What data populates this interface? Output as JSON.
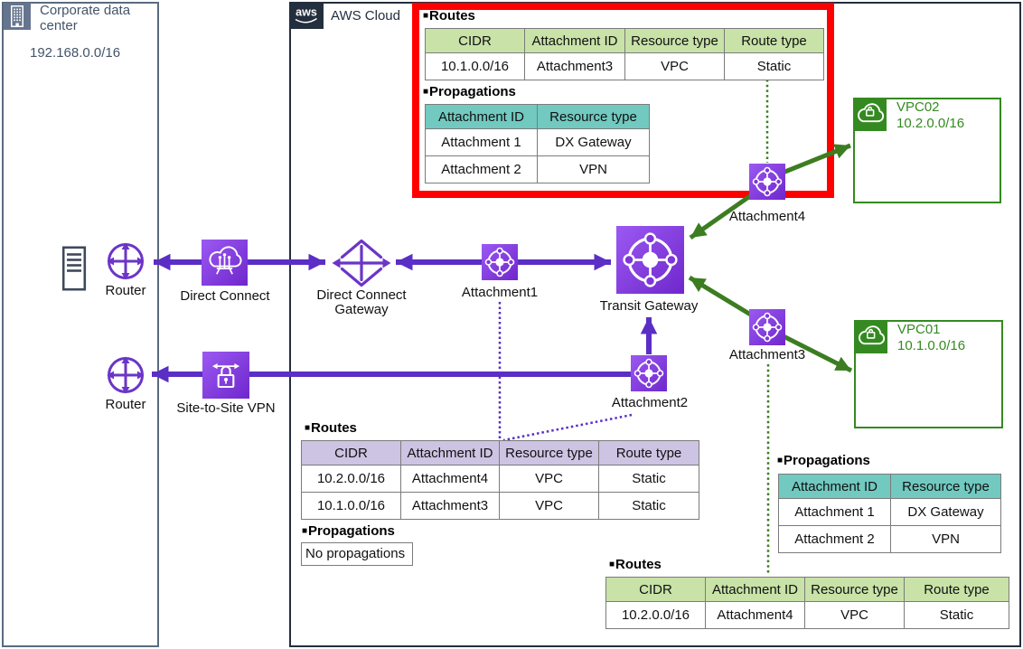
{
  "labels": {
    "bullet": "■",
    "routes": "Routes",
    "propagations": "Propagations"
  },
  "corporate_dc": {
    "title": "Corporate data center",
    "cidr": "192.168.0.0/16"
  },
  "aws_cloud": {
    "logo": "aws",
    "label": "AWS Cloud"
  },
  "nodes": {
    "router1": "Router",
    "router2": "Router",
    "direct_connect": "Direct Connect",
    "dx_gateway": "Direct Connect Gateway",
    "site_to_site_vpn": "Site-to-Site VPN",
    "transit_gateway": "Transit Gateway",
    "attachment1": "Attachment1",
    "attachment2": "Attachment2",
    "attachment3": "Attachment3",
    "attachment4": "Attachment4"
  },
  "vpcs": {
    "vpc02": {
      "name": "VPC02",
      "cidr": "10.2.0.0/16"
    },
    "vpc01": {
      "name": "VPC01",
      "cidr": "10.1.0.0/16"
    }
  },
  "tables": {
    "top_routes": {
      "headers": [
        "CIDR",
        "Attachment ID",
        "Resource type",
        "Route type"
      ],
      "rows": [
        [
          "10.1.0.0/16",
          "Attachment3",
          "VPC",
          "Static"
        ]
      ]
    },
    "top_propagations": {
      "headers": [
        "Attachment ID",
        "Resource type"
      ],
      "rows": [
        [
          "Attachment 1",
          "DX Gateway"
        ],
        [
          "Attachment 2",
          "VPN"
        ]
      ]
    },
    "left_routes": {
      "headers": [
        "CIDR",
        "Attachment ID",
        "Resource type",
        "Route type"
      ],
      "rows": [
        [
          "10.2.0.0/16",
          "Attachment4",
          "VPC",
          "Static"
        ],
        [
          "10.1.0.0/16",
          "Attachment3",
          "VPC",
          "Static"
        ]
      ]
    },
    "left_no_propagations": "No propagations",
    "right_propagations": {
      "headers": [
        "Attachment ID",
        "Resource type"
      ],
      "rows": [
        [
          "Attachment 1",
          "DX Gateway"
        ],
        [
          "Attachment 2",
          "VPN"
        ]
      ]
    },
    "bottom_routes": {
      "headers": [
        "CIDR",
        "Attachment ID",
        "Resource type",
        "Route type"
      ],
      "rows": [
        [
          "10.2.0.0/16",
          "Attachment4",
          "VPC",
          "Static"
        ]
      ]
    }
  },
  "colors": {
    "purple_arrow": "#5B2EC5",
    "green_arrow": "#3C7D21",
    "red_highlight": "#FF0000",
    "green_header": "#C8E2A8",
    "teal_header": "#71C9C0",
    "purple_header": "#CDC3E3",
    "aws_dark": "#232F3E",
    "vpc_green": "#348A20",
    "corp_slate": "#66758F"
  }
}
